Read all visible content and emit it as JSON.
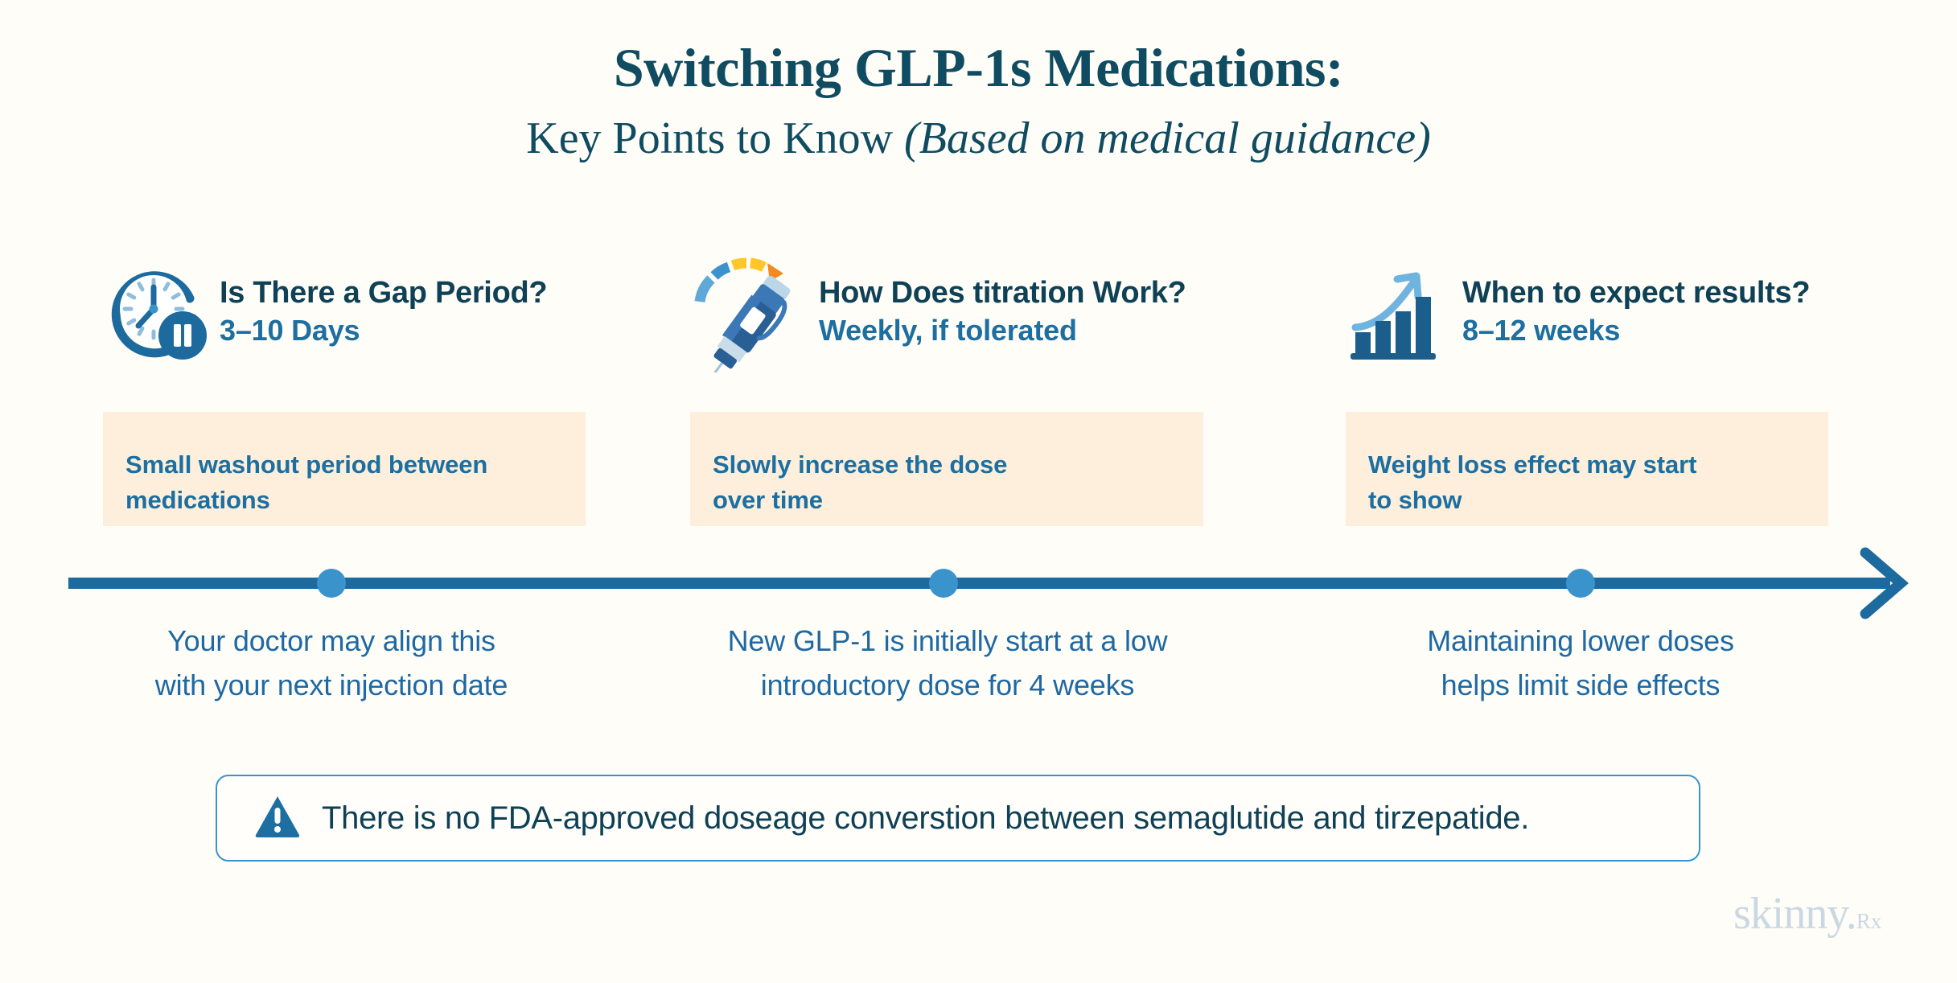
{
  "title": {
    "main": "Switching GLP-1s Medications:",
    "sub_regular": "Key Points to Know ",
    "sub_italic": "(Based on medical guidance)"
  },
  "colors": {
    "background": "#FFFDF7",
    "deep_navy": "#0F4156",
    "title_teal": "#0F4C61",
    "medium_blue": "#1C6FA0",
    "line_blue": "#1C6A9E",
    "dot_blue": "#3B93CC",
    "cream_box": "#FDEFDC",
    "logo_gray": "#C9D8E2",
    "accent_yellow": "#FFC629",
    "accent_orange": "#F5891F"
  },
  "columns": [
    {
      "icon": "clock-pause-icon",
      "title": "Is There a Gap Period?",
      "subtitle": "3–10 Days",
      "note_lines": [
        "Small washout period between",
        "medications"
      ]
    },
    {
      "icon": "injection-pen-gauge-icon",
      "title": "How Does titration Work?",
      "subtitle": "Weekly, if tolerated",
      "note_lines": [
        "Slowly increase the dose",
        "over time"
      ]
    },
    {
      "icon": "growth-bar-chart-icon",
      "title": "When to expect results?",
      "subtitle": "8–12 weeks",
      "note_lines": [
        "Weight loss effect may start",
        "to show"
      ]
    }
  ],
  "timeline": {
    "arrow_icon": "right-arrow-icon",
    "captions": [
      [
        "Your doctor may align this",
        "with your next injection date"
      ],
      [
        "New GLP-1 is initially start at a low",
        "introductory dose for 4 weeks"
      ],
      [
        "Maintaining lower doses",
        "helps limit side effects"
      ]
    ]
  },
  "warning": {
    "icon": "warning-triangle-icon",
    "text": "There is no FDA-approved doseage converstion between semaglutide and tirzepatide."
  },
  "logo": {
    "word": "skinny.",
    "suffix": "Rx"
  }
}
